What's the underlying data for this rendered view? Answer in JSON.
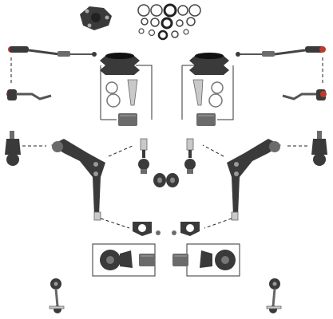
{
  "scene": {
    "kind": "suspension-parts-kit-illustration",
    "background": "#ffffff",
    "part_color": "#3a3a3a",
    "accent_red": "#c0392b"
  },
  "parts": [
    "flex-disc-coupling",
    "steering-rack-seal-kit",
    "tie-rod-assembly-left",
    "tie-rod-assembly-right",
    "tie-rod-end-left",
    "tie-rod-end-right",
    "steering-boot-kit-left",
    "steering-boot-kit-right",
    "ball-joint-left",
    "ball-joint-right",
    "control-arm-left",
    "control-arm-right",
    "stabilizer-link-small-left",
    "stabilizer-link-small-right",
    "ball-joint-small-left",
    "ball-joint-small-right",
    "bushing-pair",
    "bushing-bracket-left",
    "bushing-bracket-right",
    "bushing-kit-left",
    "bushing-kit-right",
    "sway-bar-link-left",
    "sway-bar-link-right"
  ]
}
